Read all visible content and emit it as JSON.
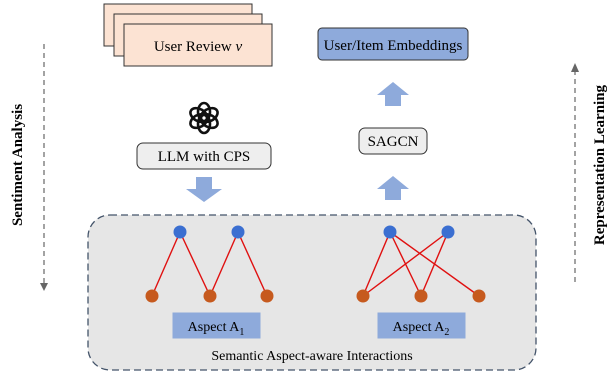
{
  "left_label": "Sentiment Analysis",
  "right_label": "Representation Learning",
  "review": {
    "text": "User Review ",
    "variable": "v"
  },
  "llm_box": {
    "label": "LLM with CPS"
  },
  "embeddings_box": {
    "label": "User/Item Embeddings"
  },
  "sagcn_box": {
    "label": "SAGCN"
  },
  "aspect_1": {
    "text": "Aspect A",
    "sub": "1"
  },
  "aspect_2": {
    "text": "Aspect A",
    "sub": "2"
  },
  "region_caption": "Semantic Aspect-aware Interactions",
  "colors": {
    "user_node": "#3b6fd1",
    "item_node": "#c65a1e",
    "edge": "#e01010",
    "review_fill": "#fce3d3",
    "box_fill": "#8eaadb",
    "arrow": "#8eaadb",
    "panel_fill": "#e6e6e6",
    "gray_box": "#eeeeee"
  },
  "icons": {
    "llm": "openai-logo-icon"
  }
}
